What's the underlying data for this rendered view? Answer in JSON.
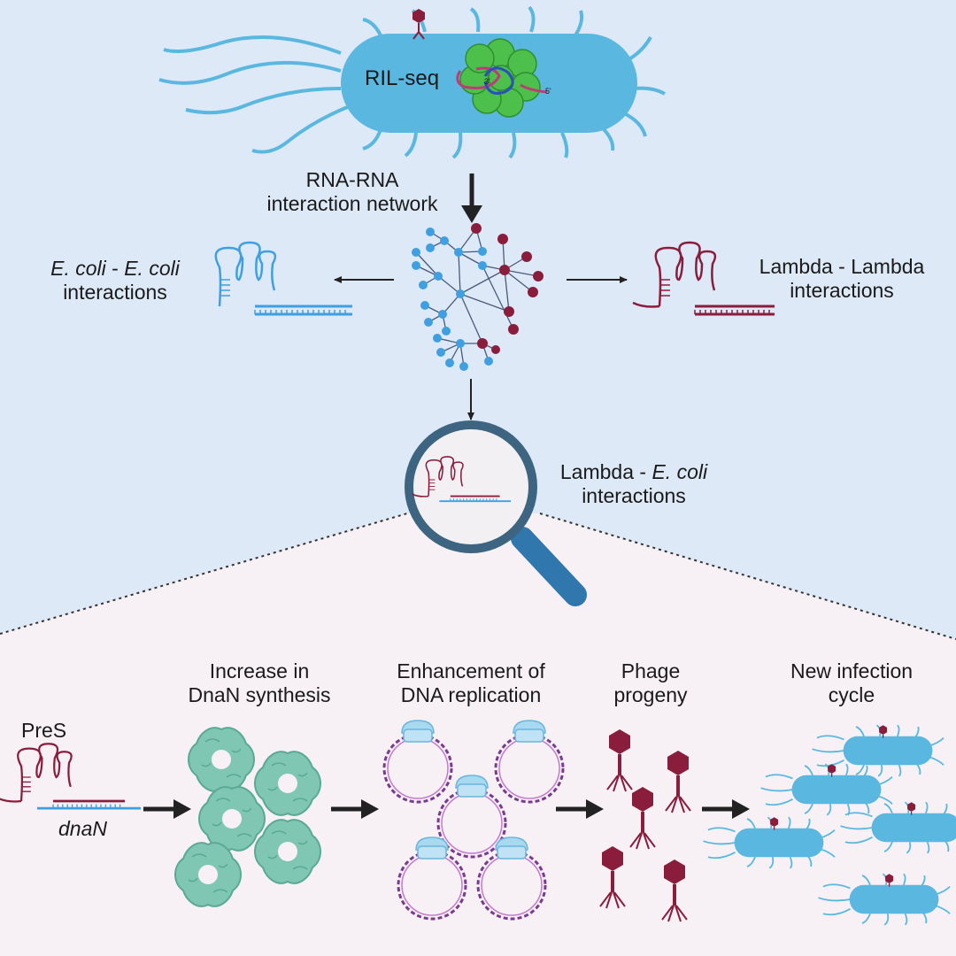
{
  "labels": {
    "ril_seq": "RIL-seq",
    "three_prime": "3'",
    "five_prime": "5'",
    "network_line1": "RNA-RNA",
    "network_line2": "interaction network",
    "ecoli_italic1": "E. coli",
    "ecoli_dash": " - ",
    "ecoli_italic2": "E. coli",
    "ecoli_line2": "interactions",
    "lambda_line1": "Lambda - Lambda",
    "lambda_line2": "interactions",
    "mixed_prefix": "Lambda - ",
    "mixed_italic": "E. coli",
    "mixed_line2": "interactions",
    "pres": "PreS",
    "dnan": "dnaN"
  },
  "steps": [
    {
      "line1": "Increase in",
      "line2": "DnaN synthesis"
    },
    {
      "line1": "Enhancement of",
      "line2": "DNA replication"
    },
    {
      "line1": "Phage",
      "line2": "progeny"
    },
    {
      "line1": "New infection",
      "line2": "cycle"
    }
  ],
  "colors": {
    "top_background": "#dde9f7",
    "bottom_background": "#f7f1f5",
    "ecoli_blue": "#3f9fe0",
    "lambda_red": "#8b1d3c",
    "bacterium": "#5ab8e0",
    "ribosome_green": "#4cc04a",
    "magnifier": "#2f77ad"
  }
}
